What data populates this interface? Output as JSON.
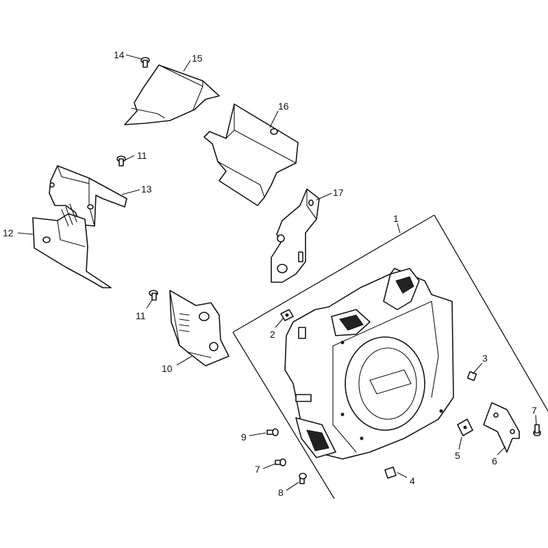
{
  "diagram": {
    "callouts": {
      "c1": "1",
      "c2": "2",
      "c3": "3",
      "c4": "4",
      "c5": "5",
      "c6": "6",
      "c7a": "7",
      "c7b": "7",
      "c8": "8",
      "c9": "9",
      "c10": "10",
      "c11a": "11",
      "c11b": "11",
      "c12": "12",
      "c13": "13",
      "c14": "14",
      "c15": "15",
      "c16": "16",
      "c17": "17"
    }
  }
}
